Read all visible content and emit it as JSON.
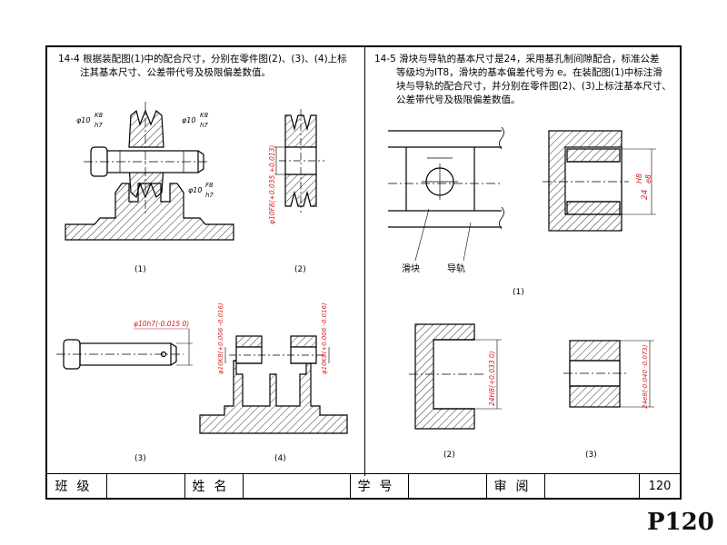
{
  "task_left": {
    "line1": "14-4 根据装配图(1)中的配合尺寸，分别在零件图(2)、(3)、(4)上标",
    "line2": "注其基本尺寸、公差带代号及极限偏差数值。"
  },
  "task_right": {
    "line1": "14-5 滑块与导轨的基本尺寸是24，采用基孔制间隙配合，标准公差",
    "line2": "等级均为IT8，滑块的基本偏差代号为 e。在装配图(1)中标注滑",
    "line3": "块与导轨的配合尺寸，并分别在零件图(2)、(3)上标注基本尺寸、",
    "line4": "公差带代号及极限偏差数值。"
  },
  "figure_labels": {
    "l1": "(1)",
    "l2": "(2)",
    "l3": "(3)",
    "l4": "(4)",
    "r1": "(1)",
    "r2": "(2)",
    "r3": "(3)"
  },
  "callouts": {
    "slider": "滑块",
    "rail": "导轨"
  },
  "dims": {
    "phi10": "φ10",
    "k8": "K8",
    "h7": "h7",
    "f8": "F8",
    "wheel_hole": "φ10F8(+0.035 +0.013)",
    "shaft": "φ10h7(-0.015 0)",
    "bracket_left": "φ10K8(+0.006 -0.016)",
    "bracket_right": "φ10K8(+0.006 -0.016)",
    "asm_fit_num": "H8",
    "asm_fit_den": "e8",
    "asm_base": "24",
    "rail_hole": "24H8(+0.033 0)",
    "slider_part": "24e8(-0.040 -0.073)"
  },
  "footer": {
    "class_label": "班级",
    "name_label": "姓名",
    "student_no_label": "学号",
    "review_label": "审阅",
    "page_number": "120"
  },
  "page_mark": "P120",
  "colors": {
    "ink": "#000000",
    "annotation_red": "#d42020"
  }
}
